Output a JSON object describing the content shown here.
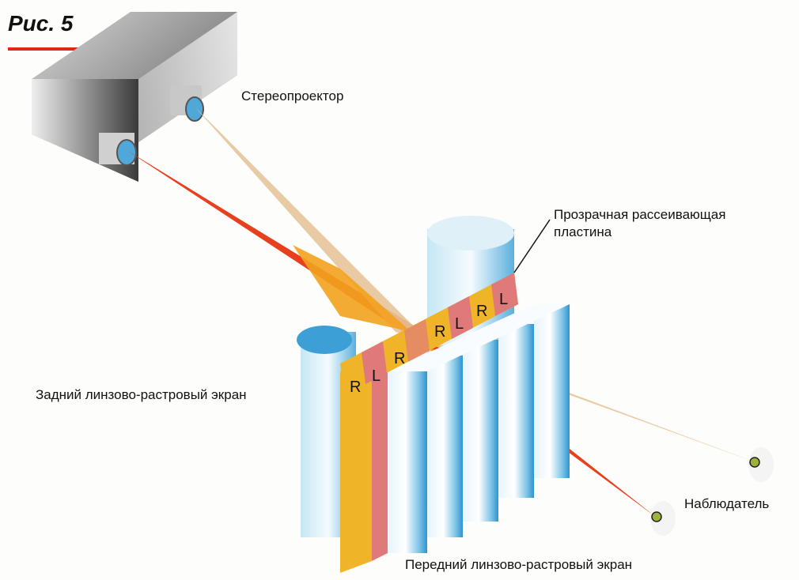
{
  "figure": {
    "title": "Рис. 5",
    "labels": {
      "projector": "Стереопроектор",
      "diffuser_line1": "Прозрачная рассеивающая",
      "diffuser_line2": "пластина",
      "rear_screen": "Задний линзово-растровый экран",
      "observer": "Наблюдатель",
      "front_screen": "Передний линзово-растровый экран"
    },
    "strip_letters": [
      "R",
      "L",
      "R",
      "",
      "R",
      "L",
      "R",
      "L"
    ],
    "colors": {
      "left_beam": "#e8401e",
      "right_beam": "#e6c49a",
      "overlap": "#f2a21e",
      "lens_blue": "#4fa8d8",
      "strip_yellow": "#f0b428",
      "strip_pink": "#e07a7a",
      "title_underline": "#e0251b"
    }
  }
}
